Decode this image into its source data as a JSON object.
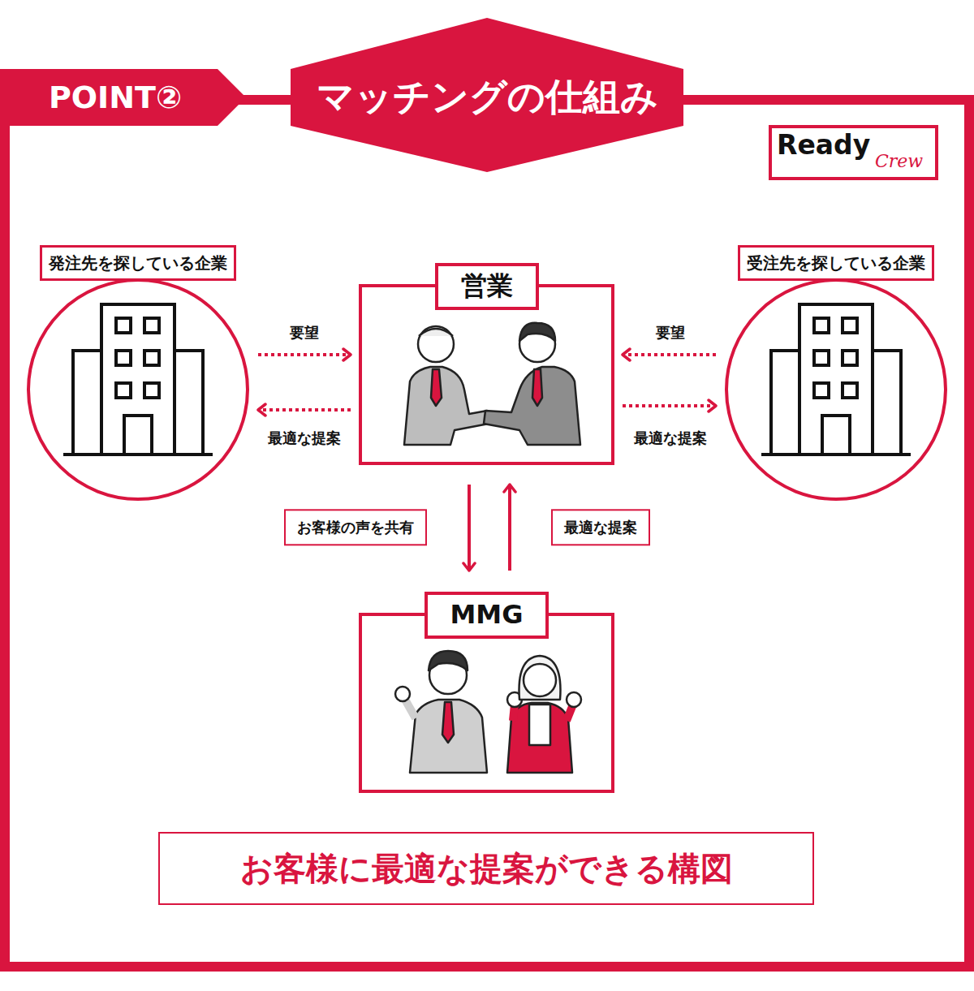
{
  "diagram": {
    "title": "マッチングの仕組み",
    "nodes": [
      {
        "text": [
          "発注先を探している企業"
        ]
      },
      {
        "text": [
          "営業"
        ]
      },
      {
        "text": [
          "受注先を探している企業"
        ]
      },
      {
        "text": [
          "MMG"
        ]
      },
      {
        "text": [
          "お客様に最適な提案ができる構図"
        ]
      }
    ],
    "edges": [
      {
        "from": 0,
        "to": 1,
        "arrow": "to",
        "label": "要望"
      },
      {
        "from": 1,
        "to": 0,
        "arrow": "to",
        "label": "最適な提案"
      },
      {
        "from": 2,
        "to": 1,
        "arrow": "to",
        "label": "要望"
      },
      {
        "from": 1,
        "to": 2,
        "arrow": "to",
        "label": "最適な提案"
      },
      {
        "from": 1,
        "to": 3,
        "arrow": "to",
        "label": "お客様の声を共有"
      },
      {
        "from": 3,
        "to": 1,
        "arrow": "to",
        "label": "最適な提案"
      }
    ],
    "labels": [
      "POINT②",
      "Ready",
      "Crew"
    ]
  }
}
